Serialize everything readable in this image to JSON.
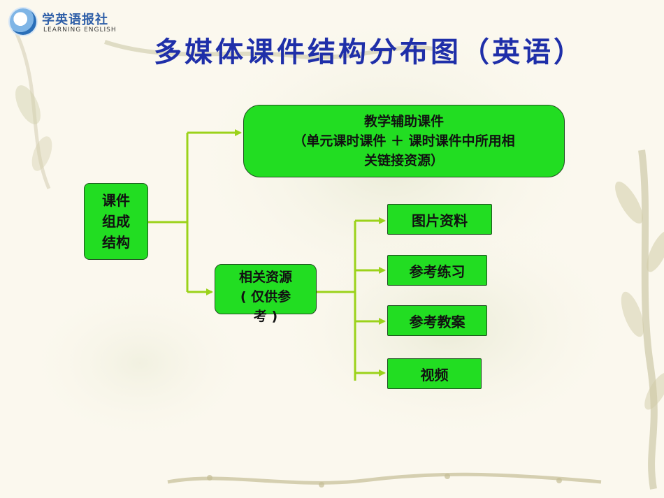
{
  "header": {
    "logo_text": "学英语报社",
    "logo_subtext": "LEARNING ENGLISH"
  },
  "title": "多媒体课件结构分布图（英语）",
  "diagram": {
    "root": {
      "lines": [
        "课件",
        "组成",
        "结构"
      ]
    },
    "aux": {
      "lines": [
        "教学辅助课件",
        "（单元课时课件 ＋ 课时课件中所用相",
        "关链接资源）"
      ]
    },
    "resources": {
      "lines": [
        "相关资源",
        "( 仅供参",
        "考 )"
      ]
    },
    "leaves": [
      "图片资料",
      "参考练习",
      "参考教案",
      "视频"
    ]
  },
  "colors": {
    "box_fill": "#22dd22",
    "connector": "#9bd21a",
    "title": "#1f2fa9"
  }
}
